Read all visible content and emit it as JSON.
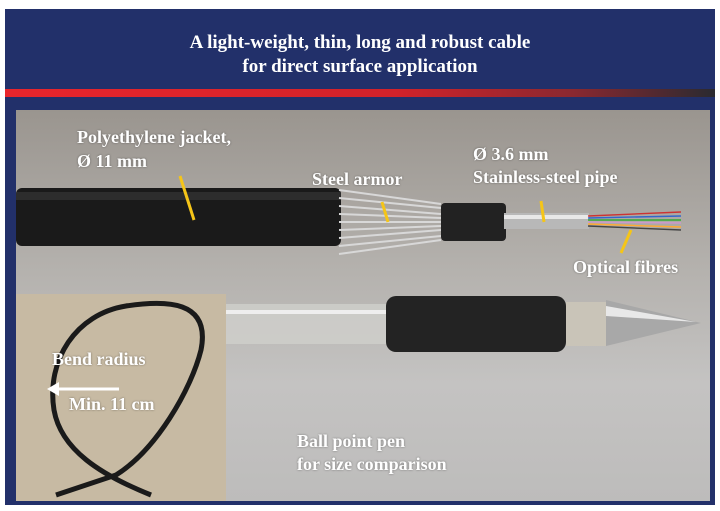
{
  "title": {
    "line1": "A light-weight, thin, long and robust cable",
    "line2": "for direct surface application"
  },
  "labels": {
    "jacket_line1": "Polyethylene jacket,",
    "jacket_line2": "Ø 11 mm",
    "armor": "Steel armor",
    "pipe_line1": "Ø 3.6 mm",
    "pipe_line2": "Stainless-steel pipe",
    "fibres": "Optical fibres",
    "bend_line1": "Bend radius",
    "bend_line2": "Min. 11 cm",
    "pen_line1": "Ball point pen",
    "pen_line2": "for size comparison"
  },
  "colors": {
    "background": "#22306a",
    "stripe": "#e8252c",
    "leader": "#f5c518",
    "text": "#ffffff"
  }
}
